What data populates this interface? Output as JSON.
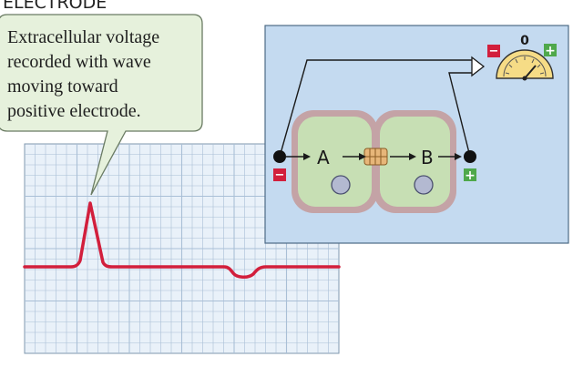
{
  "header": {
    "text": "ELECTRODE"
  },
  "callout": {
    "lines": [
      "Extracellular voltage",
      "recorded with wave",
      "moving toward",
      "positive electrode."
    ]
  },
  "meter": {
    "zero_label": "0"
  },
  "electrodes": {
    "negative_sign": "−",
    "positive_sign": "+"
  },
  "cells": {
    "label_a": "A",
    "label_b": "B"
  },
  "colors": {
    "trace": "#d21f3c",
    "panel": "#c4daf0",
    "grid_bg": "#e9f1f9",
    "grid_line": "#a9bfd6",
    "cell_fill": "#c7dfb4",
    "cell_border": "#c4a3a6",
    "callout_fill": "#e6f1dc",
    "negative": "#d21f3c",
    "positive": "#4fa84b",
    "meter_fill": "#f6dc86"
  },
  "icons": {
    "meter": "voltmeter-icon",
    "junction": "gap-junction-icon"
  }
}
